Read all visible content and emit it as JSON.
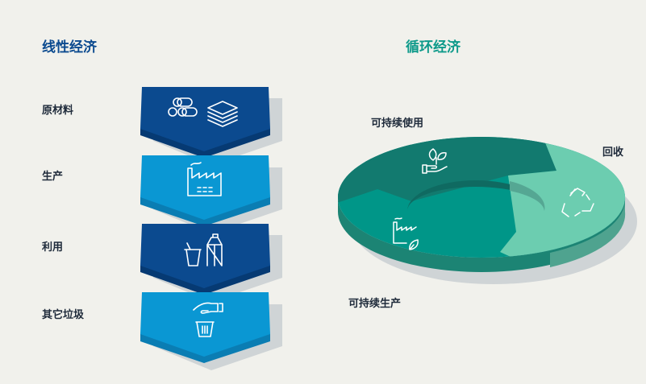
{
  "linear": {
    "title": "线性经济",
    "steps": [
      {
        "label": "原材料",
        "icon": "raw-materials-icon"
      },
      {
        "label": "生产",
        "icon": "factory-icon"
      },
      {
        "label": "利用",
        "icon": "cup-and-carton-icon"
      },
      {
        "label": "其它垃圾",
        "icon": "trash-disposal-icon"
      }
    ]
  },
  "circular": {
    "title": "循环经济",
    "segments": [
      {
        "label": "可持续使用",
        "icon": "plant-in-hand-icon"
      },
      {
        "label": "回收",
        "icon": "recycle-icon"
      },
      {
        "label": "可持续生产",
        "icon": "eco-factory-icon"
      }
    ]
  },
  "colors": {
    "dark_blue": "#0b4a8f",
    "light_blue": "#0a97d3",
    "dark_teal": "#127a6f",
    "teal": "#009688",
    "mint": "#6ccdb0"
  }
}
